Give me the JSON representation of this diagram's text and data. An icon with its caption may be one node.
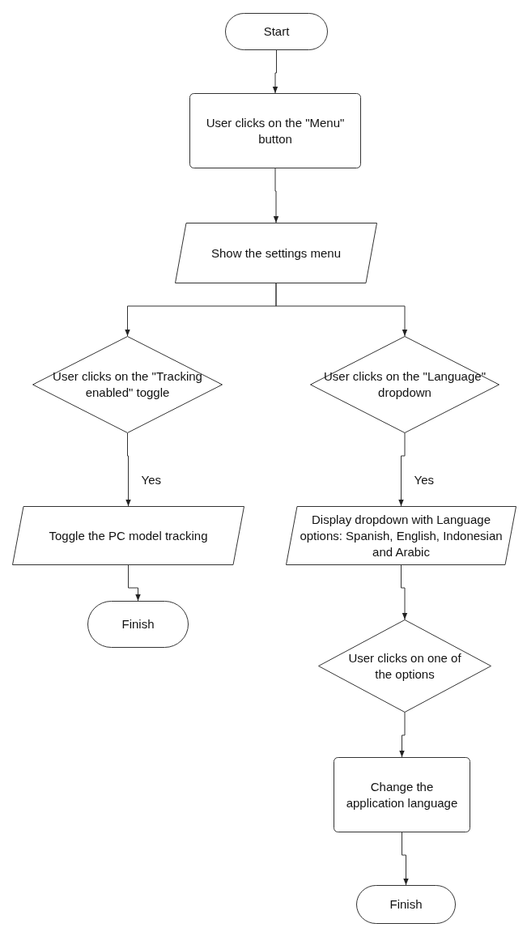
{
  "diagram": {
    "nodes": [
      {
        "text": [
          "Start"
        ]
      },
      {
        "text": [
          "User clicks on the \"Menu\" button"
        ]
      },
      {
        "text": [
          "Show the settings menu"
        ]
      },
      {
        "text": [
          "User clicks on the \"Tracking enabled\" toggle"
        ]
      },
      {
        "text": [
          "User clicks on the \"Language\" dropdown"
        ]
      },
      {
        "text": [
          "Toggle the PC model tracking"
        ]
      },
      {
        "text": [
          "Display dropdown with Language options: Spanish, English, Indonesian and Arabic"
        ]
      },
      {
        "text": [
          "Finish"
        ]
      },
      {
        "text": [
          "User clicks on one of the options"
        ]
      },
      {
        "text": [
          "Change the application language"
        ]
      },
      {
        "text": [
          "Finish"
        ]
      }
    ],
    "edges": [
      {
        "from": 0,
        "to": 1,
        "arrow": "to"
      },
      {
        "from": 1,
        "to": 2,
        "arrow": "to"
      },
      {
        "from": 2,
        "to": 3,
        "arrow": "to"
      },
      {
        "from": 2,
        "to": 4,
        "arrow": "to"
      },
      {
        "from": 3,
        "to": 5,
        "arrow": "to",
        "label": "Yes"
      },
      {
        "from": 4,
        "to": 6,
        "arrow": "to",
        "label": "Yes"
      },
      {
        "from": 5,
        "to": 7,
        "arrow": "to"
      },
      {
        "from": 6,
        "to": 8,
        "arrow": "to"
      },
      {
        "from": 8,
        "to": 9,
        "arrow": "to"
      },
      {
        "from": 9,
        "to": 10,
        "arrow": "to"
      }
    ]
  }
}
